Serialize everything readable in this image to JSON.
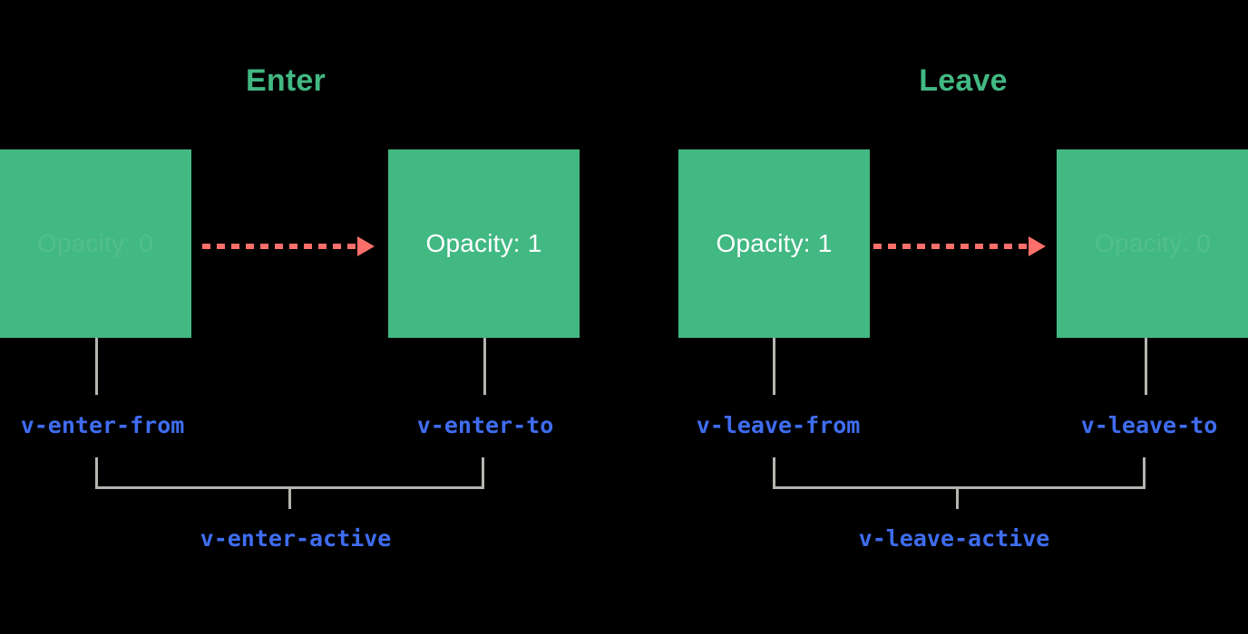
{
  "background_color": "#000000",
  "accent_colors": {
    "green": "#42b883",
    "coral": "#fd6f6a",
    "blue": "#3f6df0",
    "gray_line": "#b5b5b0",
    "white": "#ffffff"
  },
  "sections": [
    {
      "title": "Enter",
      "boxes": [
        {
          "state_label": "Opacity: 0",
          "faded": true
        },
        {
          "state_label": "Opacity: 1",
          "faded": false
        }
      ],
      "class_tags": {
        "from": "v-enter-from",
        "to": "v-enter-to",
        "active": "v-enter-active"
      },
      "transition_arrow": "dashed-arrow-right"
    },
    {
      "title": "Leave",
      "boxes": [
        {
          "state_label": "Opacity: 1",
          "faded": false
        },
        {
          "state_label": "Opacity: 0",
          "faded": true
        }
      ],
      "class_tags": {
        "from": "v-leave-from",
        "to": "v-leave-to",
        "active": "v-leave-active"
      },
      "transition_arrow": "dashed-arrow-right"
    }
  ]
}
